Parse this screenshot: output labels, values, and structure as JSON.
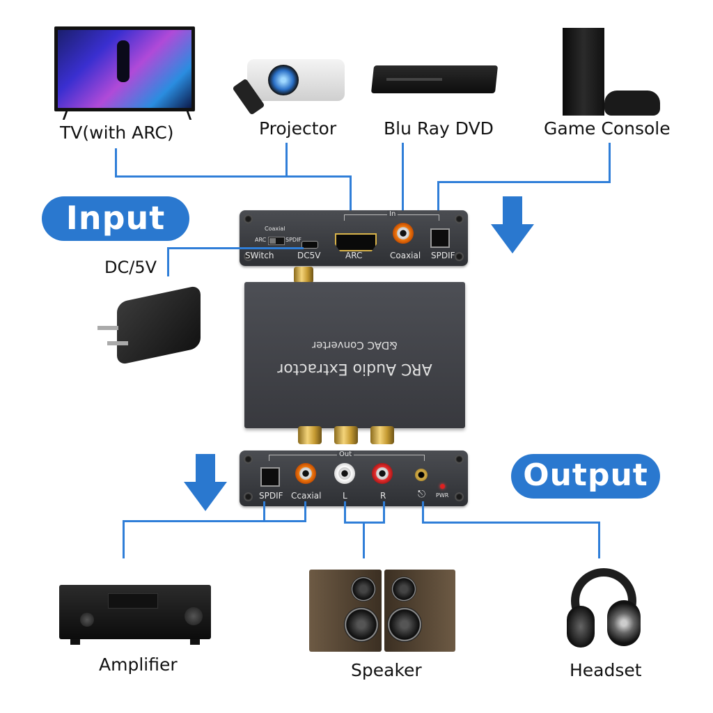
{
  "devices": {
    "tv": "TV(with ARC)",
    "projector": "Projector",
    "bluray": "Blu Ray DVD",
    "console": "Game Console",
    "amplifier": "Amplifier",
    "speaker": "Speaker",
    "headset": "Headset",
    "power": "DC/5V"
  },
  "badges": {
    "input": "Input",
    "output": "Output"
  },
  "input_panel": {
    "switch_top": "Coaxial",
    "switch_left": "ARC",
    "switch_right": "SPDIF",
    "in_label": "In",
    "ports": [
      "SWitch",
      "DC5V",
      "ARC",
      "Coaxial",
      "SPDIF"
    ]
  },
  "device": {
    "title": "ARC Audio Extractor",
    "subtitle": "&DAC Converter"
  },
  "output_panel": {
    "out_label": "Out",
    "ports": [
      "SPDIF",
      "Ccaxial",
      "L",
      "R"
    ],
    "pwr": "PWR"
  },
  "colors": {
    "accent": "#2a78cf",
    "wire": "#2f7ed8",
    "pwr_led": "#e02020"
  }
}
